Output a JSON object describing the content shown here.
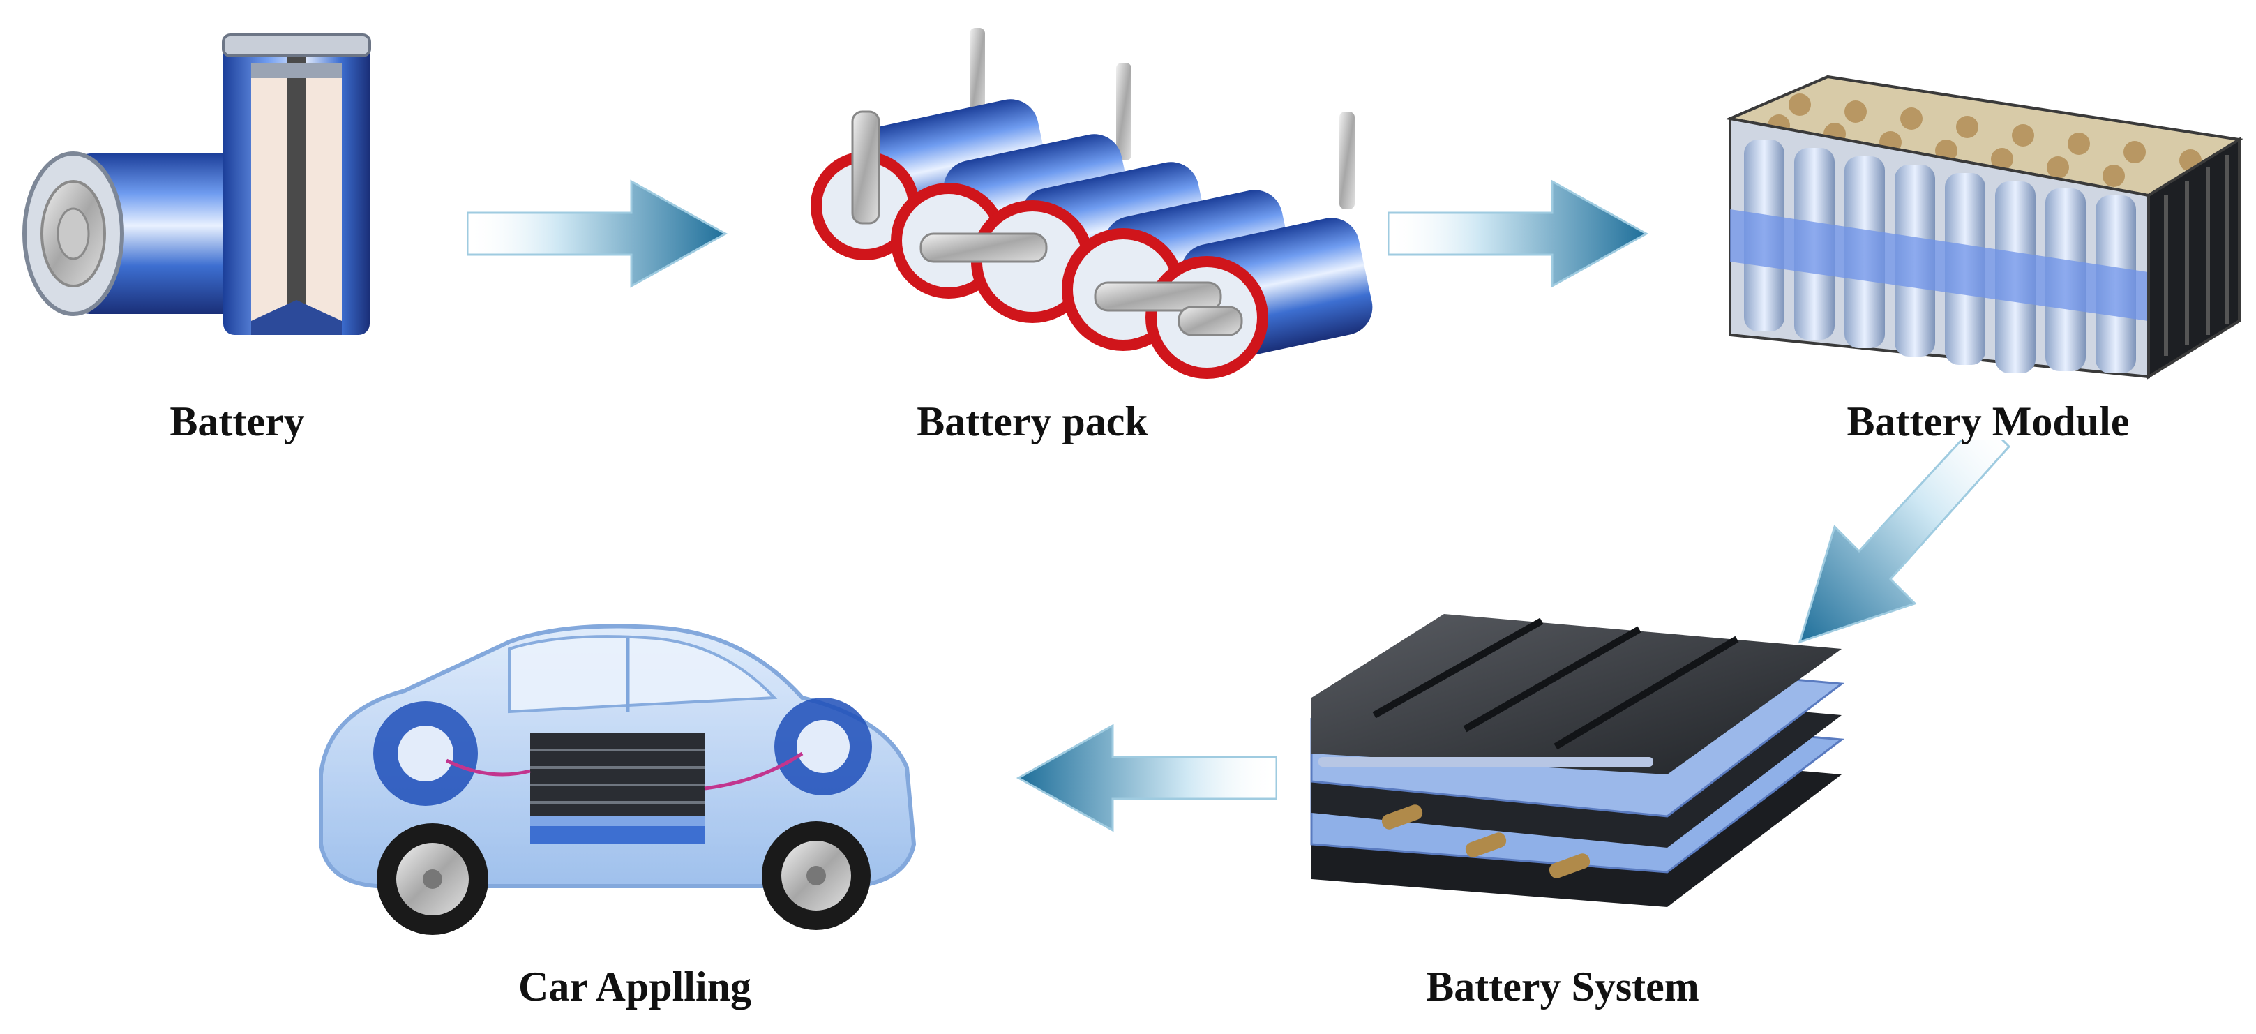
{
  "stages": {
    "battery": {
      "label": "Battery"
    },
    "battery_pack": {
      "label": "Battery pack"
    },
    "battery_module": {
      "label": "Battery Module"
    },
    "battery_system": {
      "label": "Battery System"
    },
    "car": {
      "label": "Car Applling"
    }
  },
  "colors": {
    "arrow_dark": "#1f6f9a",
    "arrow_light": "#e6f4fb",
    "cell_blue": "#3d6fd1",
    "ring_red": "#d0151b",
    "module_blue": "#6f93e8",
    "system_dark": "#2d3036",
    "system_blue": "#7fa2e0",
    "car_body": "#8fb6ea"
  }
}
